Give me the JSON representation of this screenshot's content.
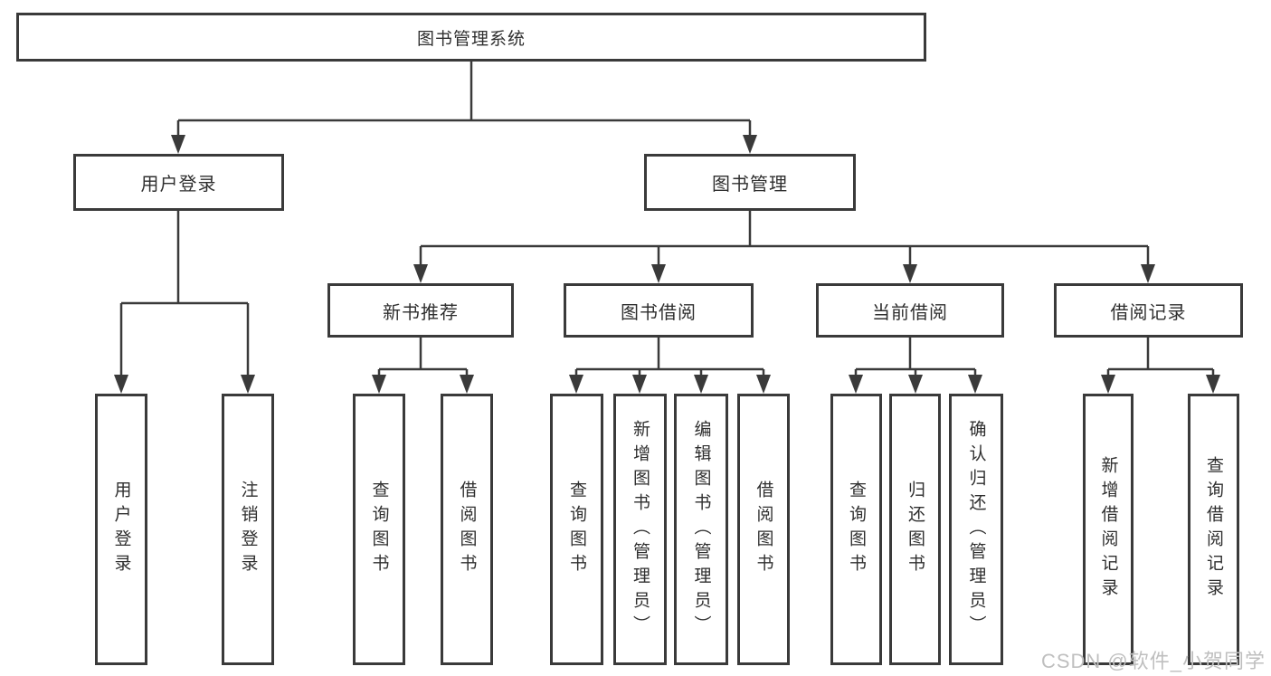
{
  "tree": {
    "root": {
      "label": "图书管理系统"
    },
    "modules": [
      {
        "label": "用户登录",
        "children": [
          {
            "label": "用户登录"
          },
          {
            "label": "注销登录"
          }
        ]
      },
      {
        "label": "图书管理",
        "submodules": [
          {
            "label": "新书推荐",
            "children": [
              {
                "label": "查询图书"
              },
              {
                "label": "借阅图书"
              }
            ]
          },
          {
            "label": "图书借阅",
            "children": [
              {
                "label": "查询图书"
              },
              {
                "label": "新增图书（管理员）"
              },
              {
                "label": "编辑图书（管理员）"
              },
              {
                "label": "借阅图书"
              }
            ]
          },
          {
            "label": "当前借阅",
            "children": [
              {
                "label": "查询图书"
              },
              {
                "label": "归还图书"
              },
              {
                "label": "确认归还（管理员）"
              }
            ]
          },
          {
            "label": "借阅记录",
            "children": [
              {
                "label": "新增借阅记录"
              },
              {
                "label": "查询借阅记录"
              }
            ]
          }
        ]
      }
    ]
  },
  "watermark": {
    "text": "CSDN @软件_小贺同学"
  },
  "colors": {
    "line": "#3a3a3a",
    "text": "#2f2f2f",
    "watermark": "#bfbfbf",
    "background": "#ffffff"
  }
}
